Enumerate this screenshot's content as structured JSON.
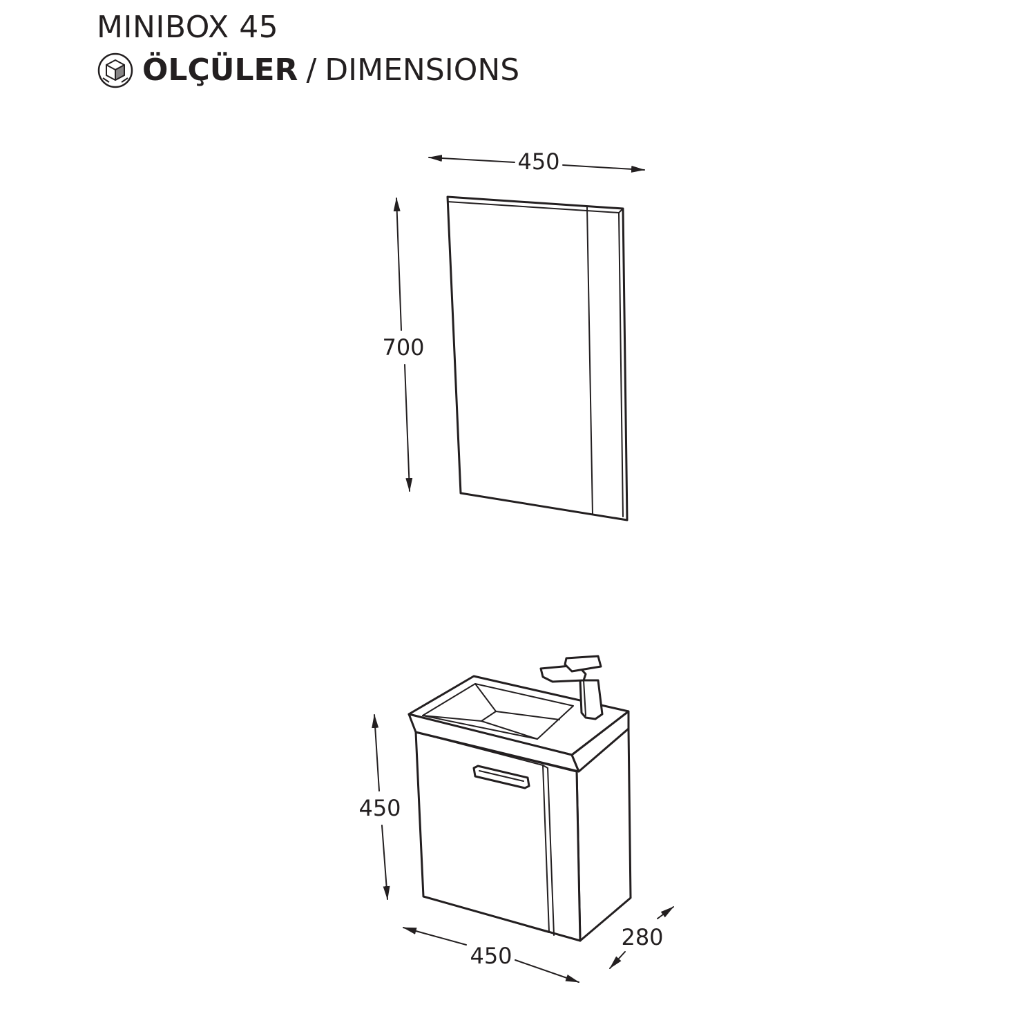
{
  "header": {
    "title": "MINIBOX 45",
    "subtitle_tr": "ÖLÇÜLER",
    "subtitle_sep": "/",
    "subtitle_en": "DIMENSIONS",
    "icon": "dimensions-cube-icon"
  },
  "mirror": {
    "width_label": "450",
    "height_label": "700"
  },
  "cabinet": {
    "width_label": "450",
    "height_label": "450",
    "depth_label": "280"
  },
  "colors": {
    "line": "#231f20",
    "background": "#ffffff"
  }
}
